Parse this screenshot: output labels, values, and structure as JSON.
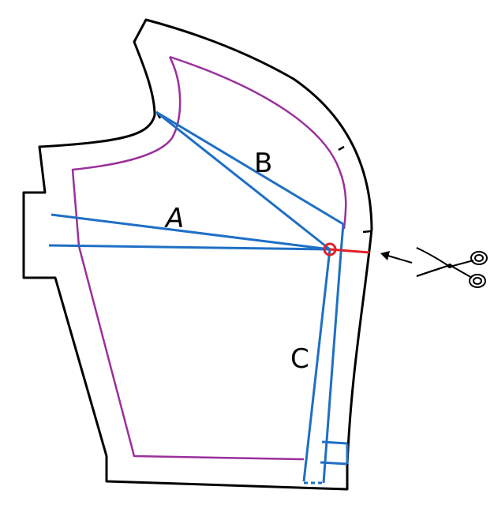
{
  "labels": {
    "a": "A",
    "b": "B",
    "c": "C"
  },
  "icons": {
    "scissors": "scissors-icon",
    "arrow": "arrow-left-icon"
  },
  "colors": {
    "outline": "#000000",
    "seam_line": "#9b2f9c",
    "slash_line": "#1f6fc5",
    "cut_mark": "#e0202a"
  }
}
